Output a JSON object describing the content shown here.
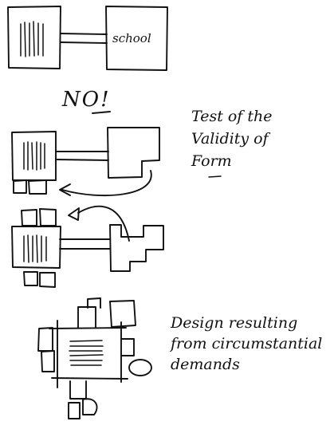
{
  "diagram_school": {
    "label": "school"
  },
  "verdict": "NO!",
  "caption_form": {
    "lines": [
      "Test of the",
      "Validity of",
      "Form"
    ]
  },
  "caption_design": {
    "lines": [
      "Design resulting",
      "from circumstantial",
      "demands"
    ]
  },
  "colors": {
    "ink": "#111111",
    "paper": "#ffffff"
  }
}
